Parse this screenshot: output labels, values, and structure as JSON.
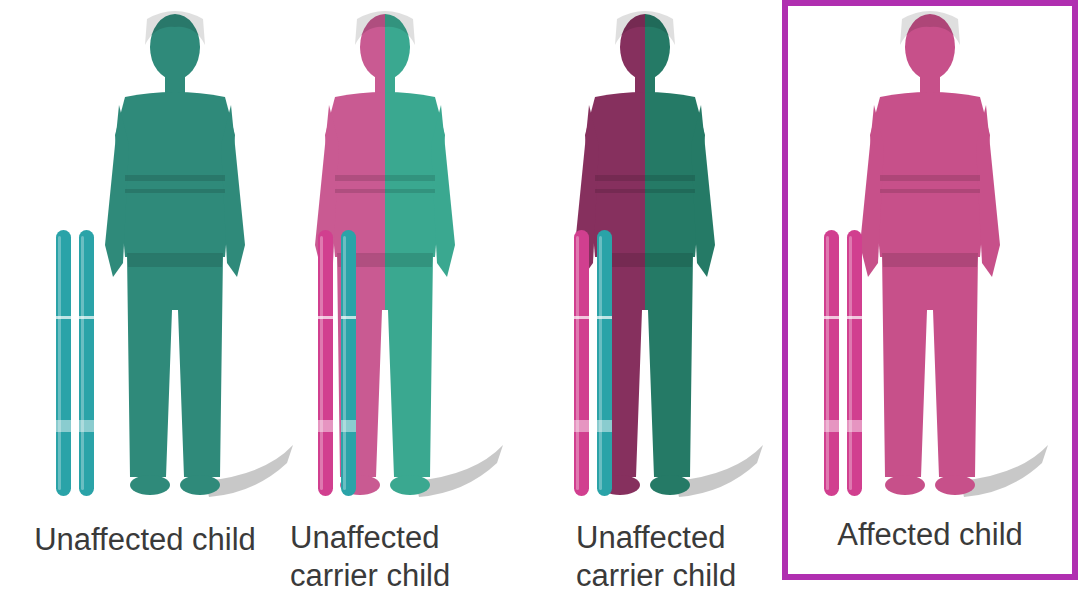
{
  "diagram": {
    "nodes": [
      {
        "text": [
          "Affected child"
        ]
      }
    ],
    "labels": [
      "Unaffected child",
      "Unaffected carrier child",
      "Unaffected carrier child"
    ]
  }
}
